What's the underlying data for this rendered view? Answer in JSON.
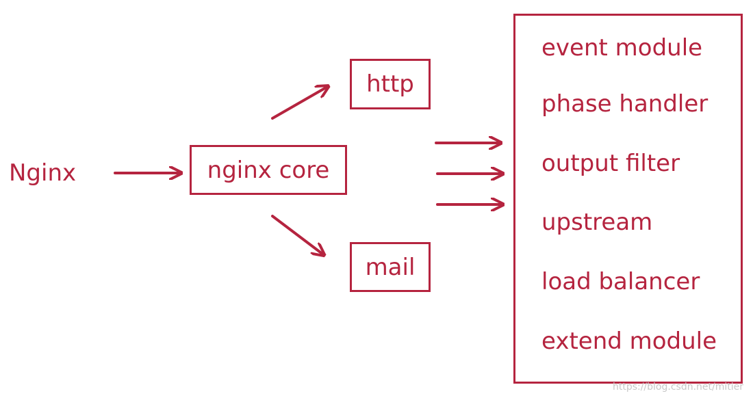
{
  "diagram": {
    "root": "Nginx",
    "core": "nginx core",
    "branches": [
      "http",
      "mail"
    ],
    "modules": [
      "event module",
      "phase handler",
      "output filter",
      "upstream",
      "load balancer",
      "extend module"
    ],
    "watermark": "https://blog.csdn.net/mitier",
    "color": "#b5243f"
  }
}
